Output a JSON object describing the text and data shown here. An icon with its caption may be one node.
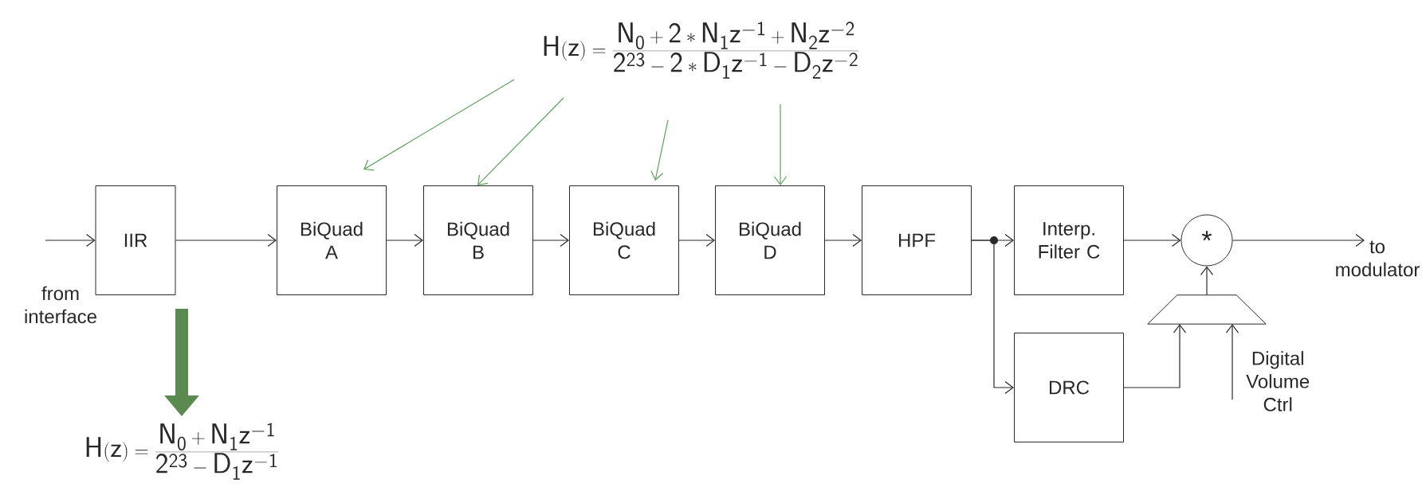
{
  "diagram": {
    "nodes": [
      {
        "text": [
          "\\mathsf{H(z)=\\frac{N_0+2*N_1z^{-1}+N_2z^{-2}}{2^{23}-2*D_1z^{-1}-D_2z^{-2}}}"
        ]
      },
      {
        "text": [
          "IIR"
        ]
      },
      {
        "text": [
          "BiQuad A"
        ]
      },
      {
        "text": [
          "BiQuad B"
        ]
      },
      {
        "text": [
          "BiQuad C"
        ]
      },
      {
        "text": [
          "BiQuad D"
        ]
      },
      {
        "text": [
          "HPF"
        ]
      },
      {
        "text": [
          "Interp. Filter C"
        ]
      },
      {
        "text": [
          "DRC"
        ]
      },
      {
        "text": [
          "*"
        ]
      },
      {
        "text": [],
        "shape": "trapezoid"
      },
      {
        "text": [
          "\\mathsf{H(z)=\\frac{N_0+N_1z^{-1}}{2^{23}-D_1z^{-1}}}"
        ]
      },
      {
        "text": [
          "Digital Volume Ctrl"
        ]
      },
      {
        "text": [
          "to modulator"
        ]
      }
    ],
    "edges": [
      {
        "from": null,
        "to": 1,
        "arrow": "to"
      },
      {
        "from": 1,
        "to": 2,
        "arrow": "to"
      },
      {
        "from": 2,
        "to": 3,
        "arrow": "to"
      },
      {
        "from": 3,
        "to": 4,
        "arrow": "to"
      },
      {
        "from": 4,
        "to": 5,
        "arrow": "to"
      },
      {
        "from": 5,
        "to": 6,
        "arrow": "to"
      },
      {
        "from": 6,
        "to": 7,
        "arrow": "to"
      },
      {
        "from": 6,
        "to": 8,
        "arrow": "to"
      },
      {
        "from": 7,
        "to": 9,
        "arrow": "to"
      },
      {
        "from": 9,
        "to": 13,
        "arrow": "to"
      },
      {
        "from": 8,
        "to": 10,
        "arrow": "to"
      },
      {
        "from": 12,
        "to": 10,
        "arrow": "to"
      },
      {
        "from": 10,
        "to": 9,
        "arrow": "to"
      },
      {
        "from": 0,
        "to": 2,
        "arrow": "to",
        "color": "#5f9f5f"
      },
      {
        "from": 0,
        "to": 3,
        "arrow": "to",
        "color": "#5f9f5f"
      },
      {
        "from": 0,
        "to": 4,
        "arrow": "to",
        "color": "#5f9f5f"
      },
      {
        "from": 0,
        "to": 5,
        "arrow": "to",
        "color": "#5f9f5f"
      },
      {
        "from": 1,
        "to": 11,
        "arrow": "to",
        "style": "thick",
        "color": "#5a8a50"
      }
    ],
    "labels": [
      "from interface"
    ]
  }
}
